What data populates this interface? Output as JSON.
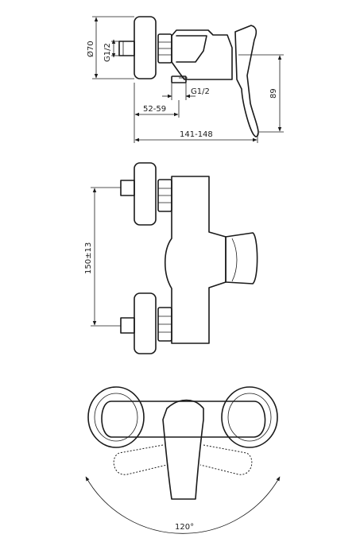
{
  "diagram": {
    "side_view": {
      "diameter_label": "Ø70",
      "inlet_thread_label": "G1/2",
      "outlet_thread_label": "G1/2",
      "offset_label": "52-59",
      "depth_label": "141-148",
      "height_label": "89"
    },
    "front_view": {
      "spacing_label": "150±13"
    },
    "top_view": {
      "rotation_label": "120°"
    }
  }
}
